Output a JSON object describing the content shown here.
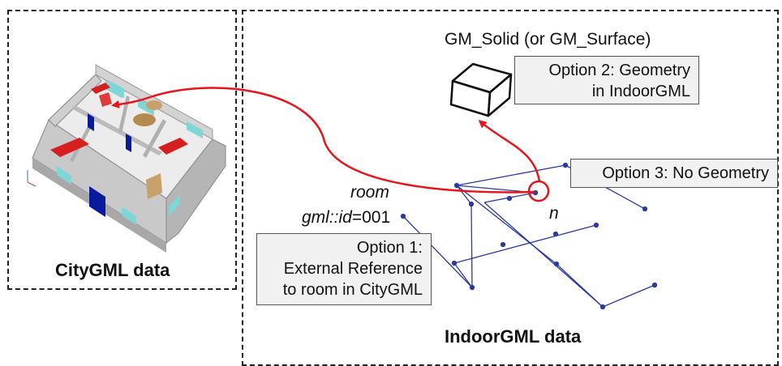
{
  "citygml": {
    "title": "CityGML data"
  },
  "indoorgml": {
    "title": "IndoorGML data",
    "room_name": "room",
    "room_id_prefix": "gml::id",
    "room_id_value": "=001",
    "node_label": "n",
    "solid_label": "GM_Solid (or GM_Surface)"
  },
  "options": {
    "option1": {
      "line1": "Option 1:",
      "line2": "External Reference",
      "line3": "to room in CityGML"
    },
    "option2": {
      "line1": "Option 2: Geometry",
      "line2": "in  IndoorGML"
    },
    "option3": {
      "line1": "Option 3: No Geometry"
    }
  },
  "colors": {
    "reference_arrow": "#e8141b",
    "network": "#2b3aa0",
    "wall": "#bdbdbd",
    "furniture": "#d62020",
    "door": "#0a1a9c",
    "window": "#7fd6d6"
  }
}
